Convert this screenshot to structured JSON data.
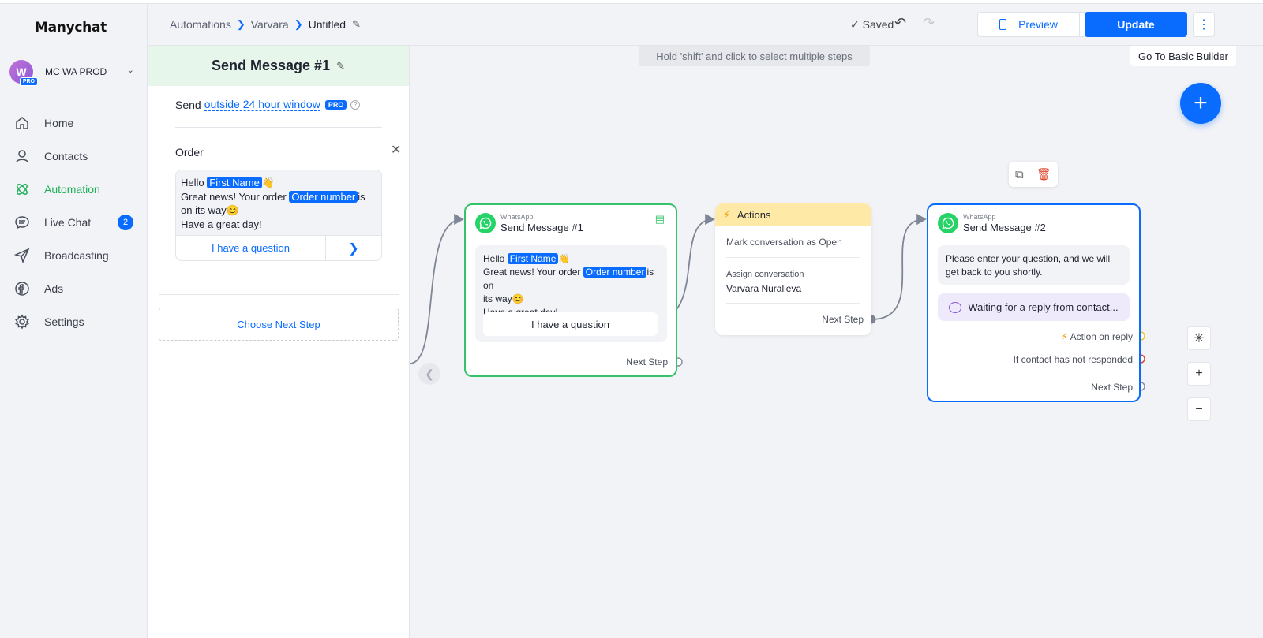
{
  "app": {
    "logo": "Manychat"
  },
  "account": {
    "initial": "W",
    "pro_badge": "PRO",
    "name": "MC WA PROD"
  },
  "nav": [
    {
      "label": "Home",
      "icon": "home-icon"
    },
    {
      "label": "Contacts",
      "icon": "user-icon"
    },
    {
      "label": "Automation",
      "icon": "automation-icon",
      "active": true
    },
    {
      "label": "Live Chat",
      "icon": "chat-icon",
      "badge": "2"
    },
    {
      "label": "Broadcasting",
      "icon": "send-icon"
    },
    {
      "label": "Ads",
      "icon": "ads-icon"
    },
    {
      "label": "Settings",
      "icon": "gear-icon"
    }
  ],
  "topbar": {
    "breadcrumb": [
      "Automations",
      "Varvara",
      "Untitled"
    ],
    "saved": "Saved",
    "preview": "Preview",
    "update": "Update"
  },
  "panel": {
    "title": "Send Message #1",
    "send_prefix": "Send",
    "send_link": "outside 24 hour window",
    "pro": "PRO",
    "order_label": "Order",
    "msg": {
      "hello": "Hello",
      "first_name": "First Name",
      "great": "Great news! Your order",
      "order_number": "Order number",
      "is": "is",
      "on_way": "on its way",
      "great_day": "Have a great day!"
    },
    "button_label": "I have a question",
    "choose_next": "Choose Next Step"
  },
  "canvas": {
    "hint": "Hold 'shift' and click to select multiple steps",
    "basic_builder": "Go To Basic Builder",
    "node1": {
      "channel": "WhatsApp",
      "title": "Send Message #1",
      "hello": "Hello",
      "first_name": "First Name",
      "great": "Great news! Your order",
      "order_number": "Order number",
      "is_on": "is on",
      "its_way": "its way",
      "great_day": "Have a great day!",
      "button": "I have a question",
      "next": "Next Step"
    },
    "node2": {
      "title": "Actions",
      "action1": "Mark conversation as Open",
      "action2_label": "Assign conversation",
      "action2_value": "Varvara Nuralieva",
      "next": "Next Step"
    },
    "node3": {
      "channel": "WhatsApp",
      "title": "Send Message #2",
      "message": "Please enter your question, and we will get back to you shortly.",
      "waiting": "Waiting for a reply from contact...",
      "action_on_reply": "Action on reply",
      "not_responded": "If contact has not responded",
      "next": "Next Step"
    }
  },
  "colors": {
    "accent": "#0a6cff",
    "green": "#35c26a",
    "actions_header": "#ffe9a6",
    "waiting_bg": "#efe9fc"
  }
}
